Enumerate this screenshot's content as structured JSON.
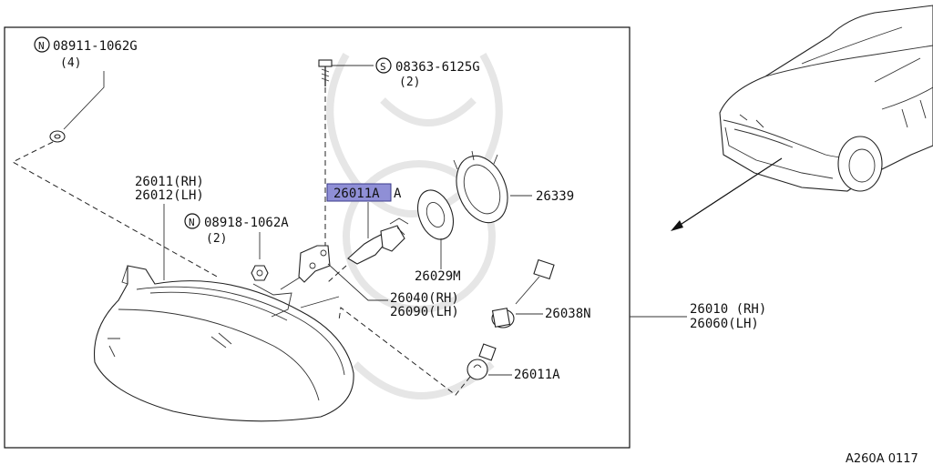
{
  "labels": {
    "nut_part": "08911-1062G",
    "nut_qty": "(4)",
    "bolt_part": "08363-6125G",
    "bolt_qty": "(2)",
    "lamp_rh": "26011(RH)",
    "lamp_lh": "26012(LH)",
    "nut2_part": "08918-1062A",
    "nut2_qty": "(2)",
    "bulb_highlight": "26011A",
    "bulb_suffix": "A",
    "socket_cap": "26339",
    "seal": "26029M",
    "bracket_rh": "26040(RH)",
    "bracket_lh": "26090(LH)",
    "harness": "26038N",
    "small_bulb": "26011A",
    "assy_rh": "26010 (RH)",
    "assy_lh": "26060(LH)",
    "ref_code": "A260A 0117",
    "prefix_n": "N",
    "prefix_s": "S"
  },
  "colors": {
    "highlight": "#8f8fd6",
    "highlight_border": "#3a3a8a"
  }
}
